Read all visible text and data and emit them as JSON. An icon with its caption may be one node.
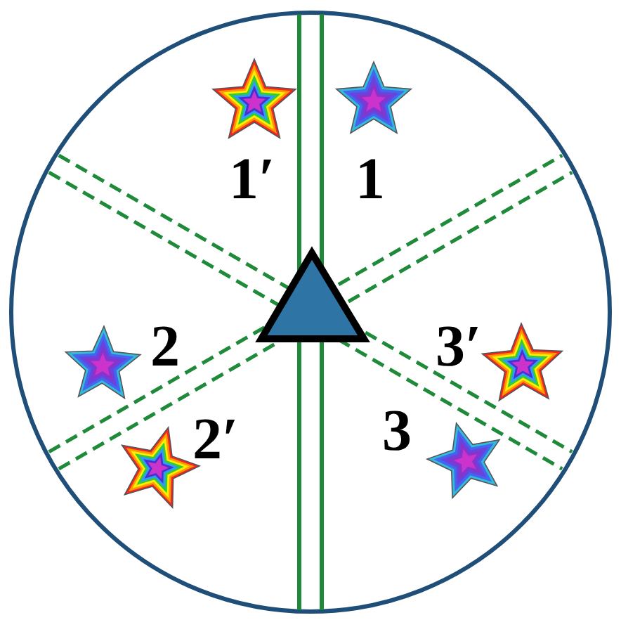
{
  "diagram": {
    "nodes": [
      {
        "text": [],
        "shape": "triangle"
      }
    ],
    "labels": [
      "1′",
      "1",
      "2",
      "3′",
      "2′",
      "3"
    ]
  }
}
